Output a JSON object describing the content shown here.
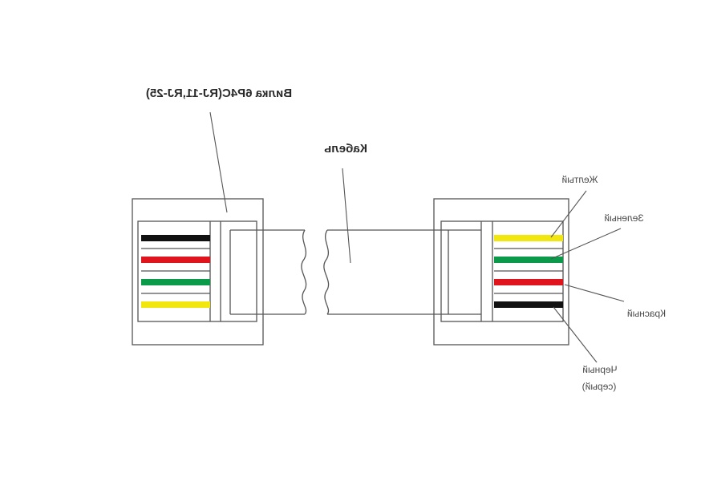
{
  "labels": {
    "plug": "Вилка 6Р4С(RJ-11,RJ-25)",
    "cable": "Кабель",
    "yellow": "Желтый",
    "green": "Зеленый",
    "red": "Красный",
    "black_line1": "Черный",
    "black_line2": "(серый)"
  },
  "colors": {
    "black": "#111111",
    "red": "#e0141c",
    "green": "#0a9a4a",
    "yellow": "#f2e60f",
    "outline": "#555555"
  }
}
